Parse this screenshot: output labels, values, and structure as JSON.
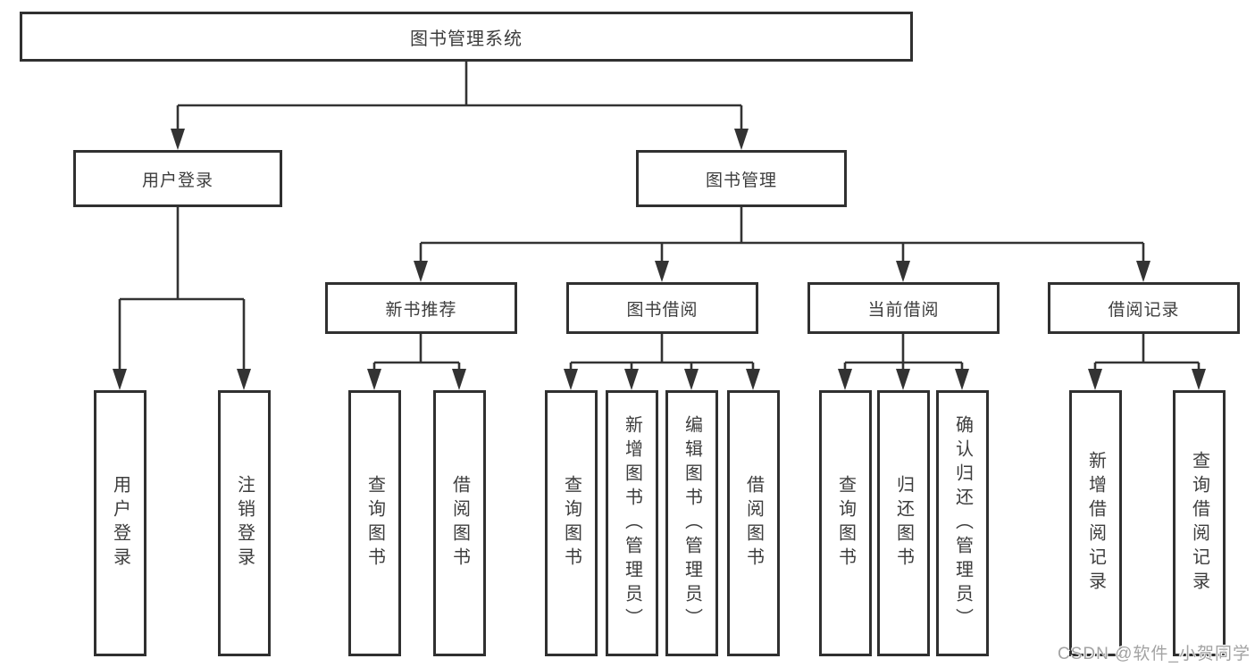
{
  "diagram": {
    "root": {
      "label": "图书管理系统"
    },
    "level2": [
      {
        "label": "用户登录"
      },
      {
        "label": "图书管理"
      }
    ],
    "level3": [
      {
        "label": "新书推荐"
      },
      {
        "label": "图书借阅"
      },
      {
        "label": "当前借阅"
      },
      {
        "label": "借阅记录"
      }
    ],
    "leaves": [
      {
        "label": "用户登录"
      },
      {
        "label": "注销登录"
      },
      {
        "label": "查询图书"
      },
      {
        "label": "借阅图书"
      },
      {
        "label": "查询图书"
      },
      {
        "label": "新增图书（管理员）"
      },
      {
        "label": "编辑图书（管理员）"
      },
      {
        "label": "借阅图书"
      },
      {
        "label": "查询图书"
      },
      {
        "label": "归还图书"
      },
      {
        "label": "确认归还（管理员）"
      },
      {
        "label": "新增借阅记录"
      },
      {
        "label": "查询借阅记录"
      }
    ]
  },
  "watermark": {
    "text": "CSDN @软件_小贺同学"
  },
  "colors": {
    "line": "#333333",
    "box_border": "#303030",
    "text": "#3d3d3d",
    "watermark": "#a3a3a3",
    "background": "#ffffff"
  }
}
